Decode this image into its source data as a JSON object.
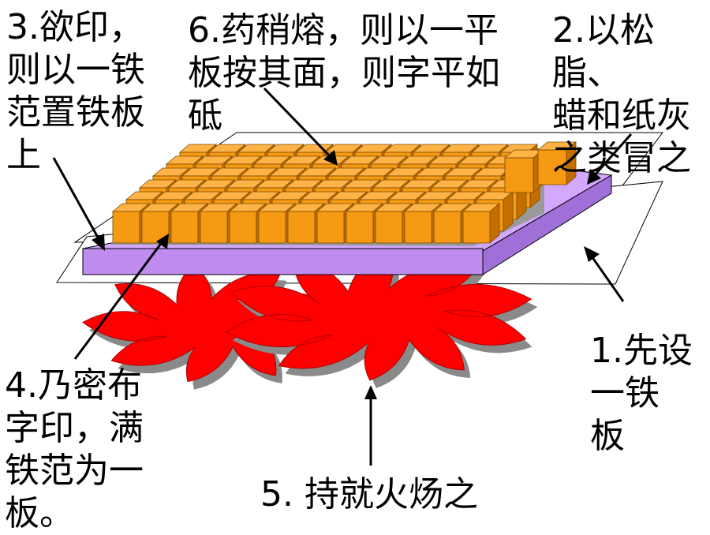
{
  "colors": {
    "plate": "#c08cf0",
    "plate_top": "#d4a8ff",
    "type_block_front": "#f59a12",
    "type_block_top": "#ffb347",
    "type_block_side": "#c36f00",
    "flame": "#ff0000",
    "flame_shadow": "#8a8a8a",
    "tray": "#9a9a9a"
  },
  "labels": {
    "step3": "3.欲印，\n则以一铁\n范置铁板\n上",
    "step6": "6.药稍熔，则以一平\n板按其面，则字平如\n砥",
    "step2": "2.以松脂、\n蜡和纸灰\n之类冒之",
    "step4": "4.乃密布\n字印，满\n铁范为一\n板。",
    "step1": "1.先设\n一铁\n板",
    "step5": "5. 持就火炀之"
  }
}
